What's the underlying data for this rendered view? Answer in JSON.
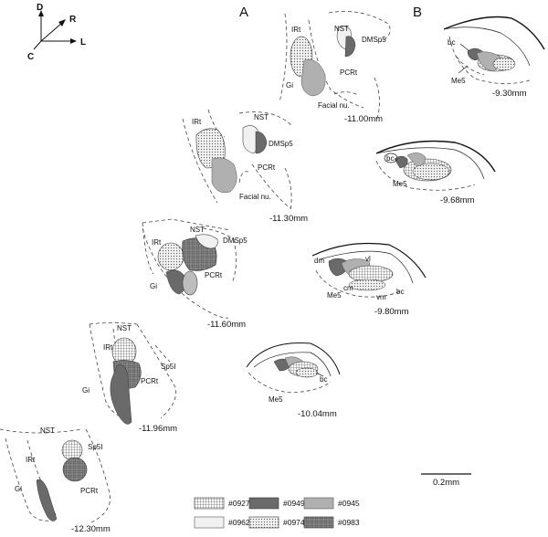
{
  "panels": {
    "a": "A",
    "b": "B"
  },
  "axes": {
    "d": "D",
    "r": "R",
    "l": "L",
    "c": "C"
  },
  "levels_a": [
    "-11.00mm",
    "-11.30mm",
    "-11.60mm",
    "-11.96mm",
    "-12.30mm"
  ],
  "levels_b": [
    "-9.30mm",
    "-9.68mm",
    "-9.80mm",
    "-10.04mm"
  ],
  "regions": {
    "irt": "IRt",
    "gi": "Gi",
    "nst": "NST",
    "dmsp5": "DMSp5",
    "pcrt": "PCRt",
    "facial": "Facial nu.",
    "sp5i": "Sp5I",
    "me5": "Me5",
    "bc": "bc",
    "dm": "dm",
    "vl": "vl",
    "vm": "vm",
    "cm": "cm"
  },
  "scale_bar": "0.2mm",
  "legend": [
    {
      "id": "#0927",
      "pattern": "grid"
    },
    {
      "id": "#0949",
      "pattern": "dark"
    },
    {
      "id": "#0945",
      "pattern": "gray"
    },
    {
      "id": "#0962",
      "pattern": "light"
    },
    {
      "id": "#0974",
      "pattern": "dots"
    },
    {
      "id": "#0983",
      "pattern": "dense"
    }
  ]
}
